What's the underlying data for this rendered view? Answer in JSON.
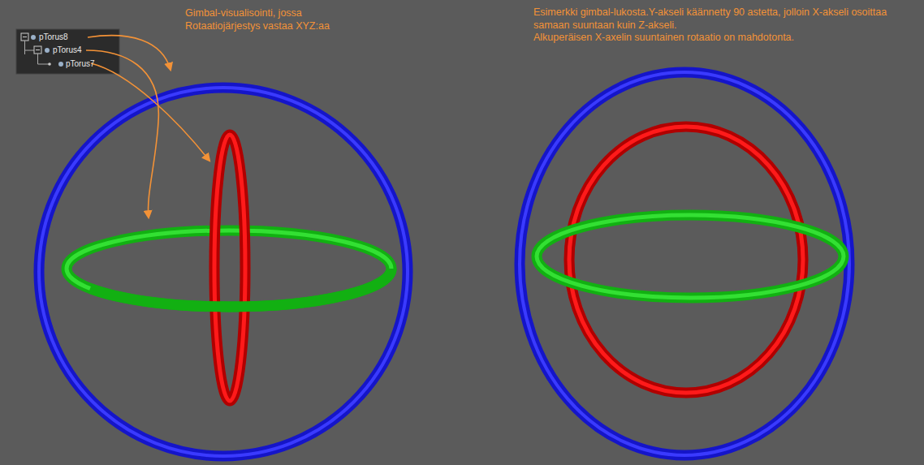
{
  "diagram": {
    "labels": [
      "pTorus8",
      "pTorus4",
      "pTorus7",
      "Gimbal-visualisointi, jossa Rotaatiojärjestys vastaa XYZ:aa",
      "Esimerkki gimbal-lukosta.Y-akseli käännetty 90 astetta, jolloin X-akseli osoittaa samaan suuntaan kuin Z-akseli.",
      "Alkuperäisen X-axelin suuntainen rotaatio on mahdotonta."
    ]
  }
}
